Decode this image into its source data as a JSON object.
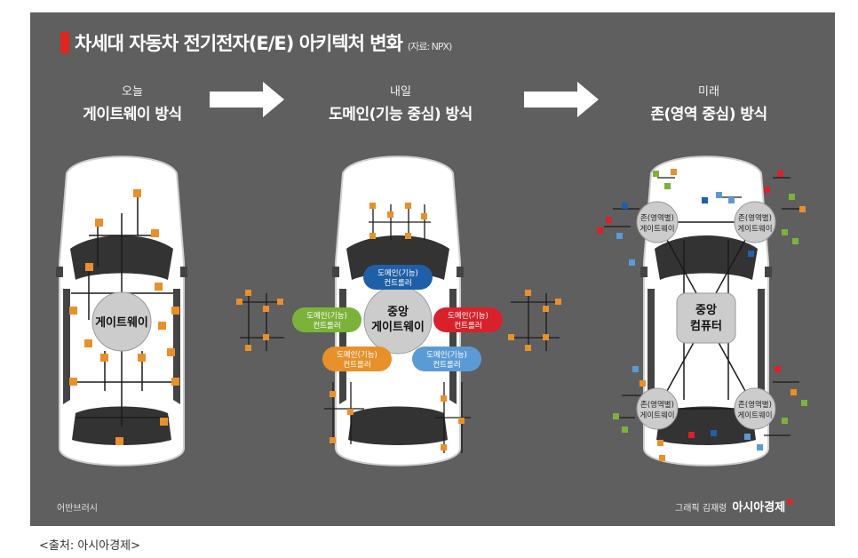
{
  "title": "차세대 자동차 전기전자(E/E) 아키텍처 변화",
  "source": "(자료: NPX)",
  "columns": [
    {
      "sub": "오늘",
      "title": "게이트웨이 방식"
    },
    {
      "sub": "내일",
      "title": "도메인(기능 중심) 방식"
    },
    {
      "sub": "미래",
      "title": "존(영역 중심) 방식"
    }
  ],
  "car1": {
    "center": "게이트웨이"
  },
  "car2": {
    "center_line1": "중앙",
    "center_line2": "게이트웨이",
    "domains": [
      {
        "line1": "도메인(기능)",
        "line2": "컨트롤러",
        "color": "#1f5fa8"
      },
      {
        "line1": "도메인(기능)",
        "line2": "컨트롤러",
        "color": "#7bb33a"
      },
      {
        "line1": "도메인(기능)",
        "line2": "컨트롤러",
        "color": "#d8212a"
      },
      {
        "line1": "도메인(기능)",
        "line2": "컨트롤러",
        "color": "#e8902a"
      },
      {
        "line1": "도메인(기능)",
        "line2": "컨트롤러",
        "color": "#5b9bd5"
      }
    ]
  },
  "car3": {
    "center_line1": "중앙",
    "center_line2": "컴퓨터",
    "zones": [
      {
        "line1": "존(영역별)",
        "line2": "게이트웨이"
      },
      {
        "line1": "존(영역별)",
        "line2": "게이트웨이"
      },
      {
        "line1": "존(영역별)",
        "line2": "게이트웨이"
      },
      {
        "line1": "존(영역별)",
        "line2": "게이트웨이"
      }
    ]
  },
  "footer_left": "어반브러시",
  "footer_credit": "그래픽 김재령",
  "footer_brand": "아시아경제",
  "caption": "<출처: 아시아경제>",
  "colors": {
    "accent": "#e0261e",
    "node": "#e8902a",
    "background": "#5f5f5f"
  }
}
